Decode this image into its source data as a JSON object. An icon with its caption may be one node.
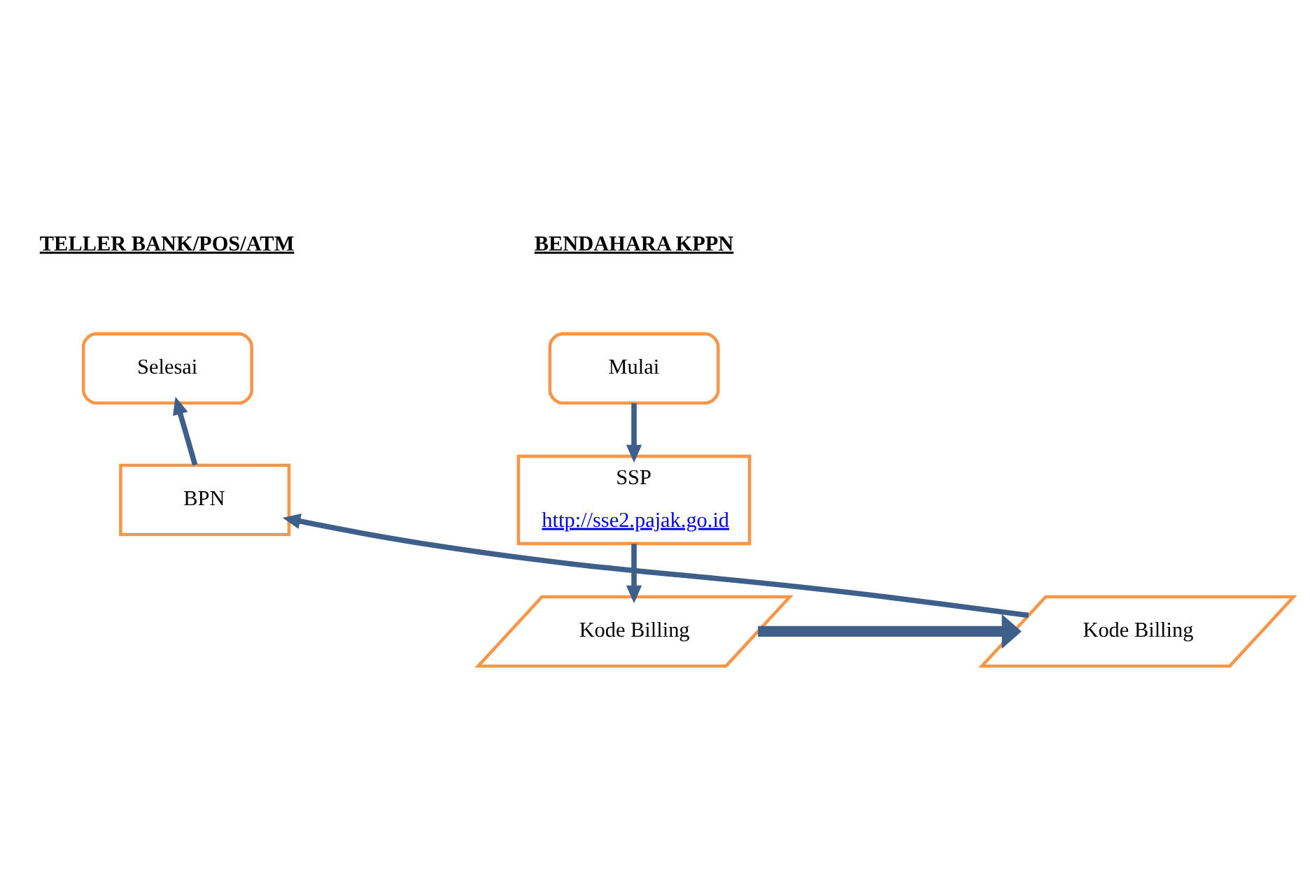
{
  "diagram": {
    "nodes": [
      {
        "text": [
          "Mulai"
        ]
      },
      {
        "text": [
          "SSP",
          "http://sse2.pajak.go.id"
        ]
      },
      {
        "text": [
          "Kode Billing"
        ]
      },
      {
        "text": [
          "Selesai"
        ]
      },
      {
        "text": [
          "BPN"
        ]
      },
      {
        "text": [
          "Kode Billing"
        ]
      }
    ],
    "edges": [
      {
        "from": 0,
        "to": 1,
        "arrow": "to"
      },
      {
        "from": 1,
        "to": 2,
        "arrow": "to"
      },
      {
        "from": 2,
        "to": 5,
        "arrow": "to",
        "style": "thick"
      },
      {
        "from": 5,
        "to": 4,
        "arrow": "to"
      },
      {
        "from": 4,
        "to": 3,
        "arrow": "to"
      }
    ],
    "labels": [
      "BENDAHARA KPPN",
      "TELLER BANK/POS/ATM"
    ]
  }
}
